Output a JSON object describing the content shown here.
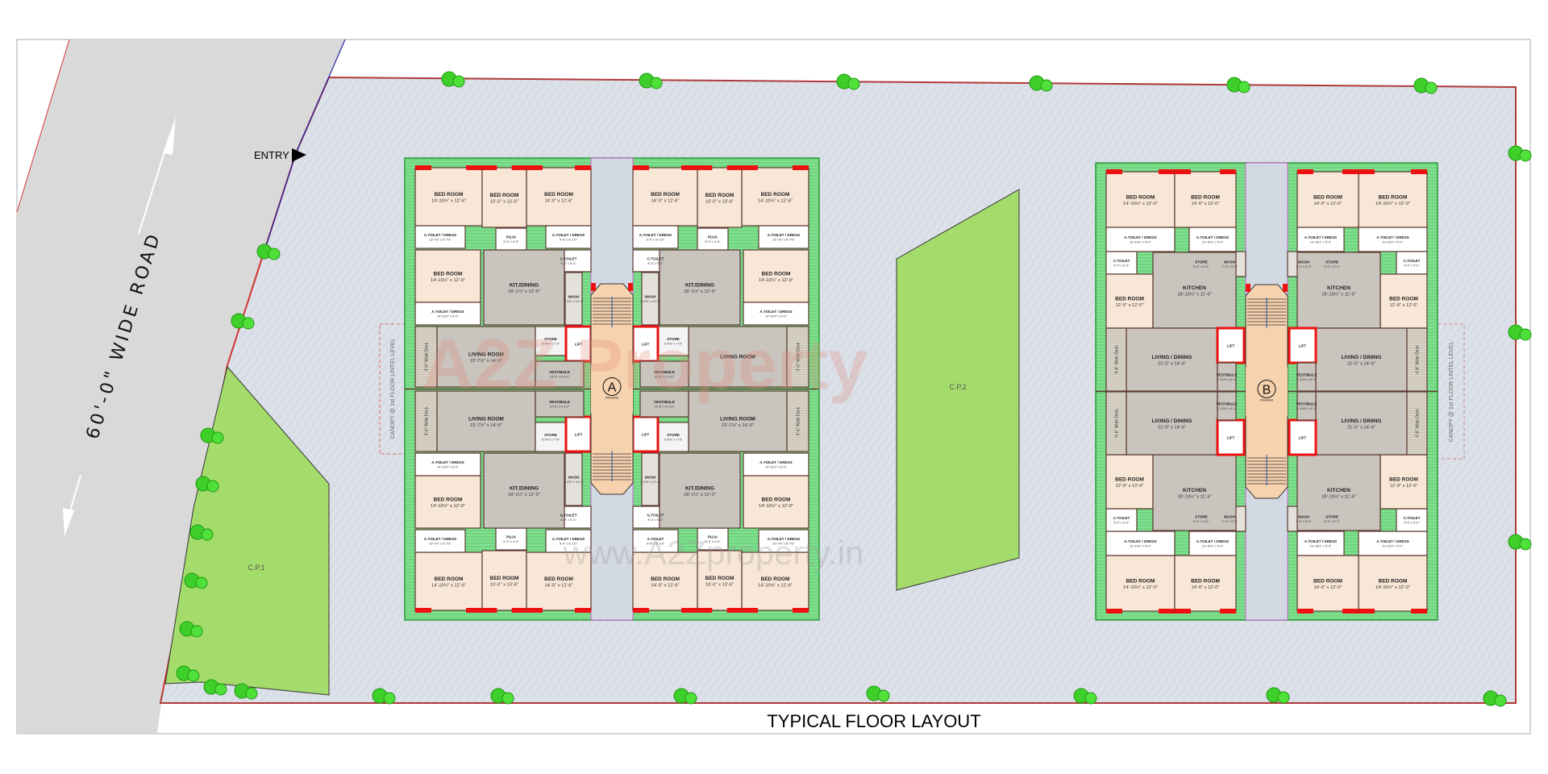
{
  "title": "TYPICAL FLOOR LAYOUT",
  "road": {
    "label": "60'-0\" WIDE ROAD"
  },
  "entry": {
    "label": "ENTRY"
  },
  "car_parks": [
    {
      "label": "C.P.1"
    },
    {
      "label": "C.P.2"
    }
  ],
  "canopy": [
    {
      "label": "CANOPY @ 1st FLOOR LINTEL LEVEL"
    },
    {
      "label": "CANOPY @ 1st FLOOR LINTEL LEVEL"
    }
  ],
  "watermark": [
    "A2Z Property",
    "www.A2Zproperty.in"
  ],
  "colors": {
    "road": "#d9d9d9",
    "site": "#d9dee6",
    "green_area": "#a4dc6c",
    "bedroom": "#f8e7d6",
    "common": "#c9c4bd",
    "stair": "#f7d2ae",
    "corridor": "#d3d9e2",
    "wall_accent": "#ee1111",
    "deck_margin": "#7fe08e",
    "boundary": "#b03a3a"
  },
  "blocks": [
    {
      "label": "A",
      "passage": "PASSAGE",
      "flats": [
        {
          "rooms": [
            {
              "name": "BED ROOM",
              "size": "14'-10½\" x 12'-6\""
            },
            {
              "name": "A.TOILET / DRESS",
              "size": "13'-7½\" x 5'-7½\""
            },
            {
              "name": "BED ROOM",
              "size": "10'-0\" x 13'-6\""
            },
            {
              "name": "PUJA",
              "size": "5'-9\" x 4'-6\""
            },
            {
              "name": "BED ROOM",
              "size": "14'-0\" x 12'-6\""
            },
            {
              "name": "A.TOILET / DRESS",
              "size": "9'-0\" x 6'-1½\""
            },
            {
              "name": "C.TOILET",
              "size": "8'-0\" x 5'-0\""
            },
            {
              "name": "BED ROOM",
              "size": "14'-10½\" x 12'-0\""
            },
            {
              "name": "A.TOILET / DRESS",
              "size": "14'-10½\" x 5'-0\""
            },
            {
              "name": "KIT./DINING",
              "size": "18'-1½\" x 12'-0\""
            },
            {
              "name": "WASH",
              "size": "4'-4½\" x 12'-0\""
            },
            {
              "name": "LIVING ROOM",
              "size": "22'-7½\" x 14'-0\""
            },
            {
              "name": "4'-6\" Wide Deck",
              "size": ""
            },
            {
              "name": "STORE",
              "size": "6'-0½\" x 7'-6\""
            },
            {
              "name": "LIFT",
              "size": ""
            },
            {
              "name": "VESTIBULE",
              "size": "10'-6\" x 6'-1½\""
            }
          ]
        },
        {
          "rooms": [
            {
              "name": "BED ROOM",
              "size": "14'-10½\" x 12'-6\""
            },
            {
              "name": "A.TOILET / DRESS",
              "size": "13'-7½\" x 5'-7½\""
            },
            {
              "name": "BED ROOM",
              "size": "10'-0\" x 13'-6\""
            },
            {
              "name": "PUJA",
              "size": "5'-9\" x 4'-6\""
            },
            {
              "name": "BED ROOM",
              "size": "14'-0\" x 12'-6\""
            },
            {
              "name": "A.TOILET / DRESS",
              "size": "9'-0\" x 6'-1½\""
            },
            {
              "name": "C.TOILET",
              "size": "8'-0\" x 5'-0\""
            },
            {
              "name": "BED ROOM",
              "size": "14'-10½\" x 12'-0\""
            },
            {
              "name": "A.TOILET / DRESS",
              "size": "14'-10½\" x 5'-0\""
            },
            {
              "name": "KIT./DINING",
              "size": "18'-1½\" x 12'-0\""
            },
            {
              "name": "WASH",
              "size": "4'-4½\" x 12'-0\""
            },
            {
              "name": "LIVING ROOM",
              "size": ""
            },
            {
              "name": "4'-6\" Wide Deck",
              "size": ""
            },
            {
              "name": "STORE",
              "size": "6'-0½\" x 7'-6\""
            },
            {
              "name": "LIFT",
              "size": ""
            },
            {
              "name": "VESTIBULE",
              "size": "10'-6\" x 6'-1½\""
            }
          ]
        },
        {
          "rooms": [
            {
              "name": "BED ROOM",
              "size": "14'-10½\" x 12'-6\""
            },
            {
              "name": "A.TOILET / DRESS",
              "size": "10'-7½\" x 5'-7½\""
            },
            {
              "name": "BED ROOM",
              "size": "10'-0\" x 13'-6\""
            },
            {
              "name": "PUJA",
              "size": "5'-9\" x 4'-6\""
            },
            {
              "name": "BED ROOM",
              "size": "14'-0\" x 12'-6\""
            },
            {
              "name": "A.TOILET / DRESS",
              "size": "9'-0\" x 6'-1½\""
            },
            {
              "name": "G.TOILET",
              "size": "8'-0\" x 5'-0\""
            },
            {
              "name": "BED ROOM",
              "size": "14'-10½\" x 12'-0\""
            },
            {
              "name": "A.TOILET / DRESS",
              "size": "14'-10½\" x 5'-0\""
            },
            {
              "name": "KIT./DINING",
              "size": "18'-1½\" x 12'-0\""
            },
            {
              "name": "WASH",
              "size": "4'-4½\" x 12'-0\""
            },
            {
              "name": "LIVING ROOM",
              "size": "22'-7½\" x 14'-0\""
            },
            {
              "name": "4'-6\" Wide Deck",
              "size": ""
            },
            {
              "name": "STORE",
              "size": "6'-0½\" x 7'-6\""
            },
            {
              "name": "LIFT",
              "size": ""
            },
            {
              "name": "VESTIBULE",
              "size": "10'-6\" x 6'-1½\""
            }
          ]
        },
        {
          "rooms": [
            {
              "name": "BED ROOM",
              "size": "14'-10½\" x 12'-6\""
            },
            {
              "name": "A.TOILET / DRESS",
              "size": "10'-7½\" x 5'-7½\""
            },
            {
              "name": "BED ROOM",
              "size": "10'-0\" x 13'-6\""
            },
            {
              "name": "PUJA",
              "size": "5'-9\" x 4'-6\""
            },
            {
              "name": "BED ROOM",
              "size": "14'-0\" x 12'-6\""
            },
            {
              "name": "A.TOILET",
              "size": "9'-0\" x 6'-1½\""
            },
            {
              "name": "G.TOILET",
              "size": "8'-0\" x 5'-0\""
            },
            {
              "name": "BED ROOM",
              "size": "14'-10½\" x 12'-0\""
            },
            {
              "name": "A.TOILET / DRESS",
              "size": "14'-10½\" x 5'-0\""
            },
            {
              "name": "KIT./DINING",
              "size": "18'-1½\" x 12'-0\""
            },
            {
              "name": "WASH",
              "size": "4'-4½\" x 12'-0\""
            },
            {
              "name": "LIVING ROOM",
              "size": "22'-7½\" x 14'-0\""
            },
            {
              "name": "4'-6\" Wide Deck",
              "size": ""
            },
            {
              "name": "STORE",
              "size": "6'-0½\" x 7'-6\""
            },
            {
              "name": "LIFT",
              "size": ""
            },
            {
              "name": "VESTIBULE",
              "size": "10'-6\" x 6'-1½\""
            }
          ]
        }
      ]
    },
    {
      "label": "B",
      "passage": "PASSAGE",
      "flats": [
        {
          "rooms": [
            {
              "name": "BED ROOM",
              "size": "14'-10½\" x 12'-0\""
            },
            {
              "name": "A.TOILET / DRESS",
              "size": "10'-10½\" x 5'-0\""
            },
            {
              "name": "BED ROOM",
              "size": "14'-0\" x 12'-0\""
            },
            {
              "name": "A.TOILET / DRESS",
              "size": "10'-10½\" x 5'-0\""
            },
            {
              "name": "C.TOILET",
              "size": "5'-0\" x 5'-0\""
            },
            {
              "name": "STORE",
              "size": "5'-0\" x 5'-0\""
            },
            {
              "name": "WASH",
              "size": "7'-3\" x 5'-0\""
            },
            {
              "name": "BED ROOM",
              "size": "12'-0\" x 12'-0\""
            },
            {
              "name": "KITCHEN",
              "size": "18'-10½\" x 11'-6\""
            },
            {
              "name": "LIVING / DINING",
              "size": "21'-0\" x 14'-6\""
            },
            {
              "name": "4'-6\" Wide Deck",
              "size": ""
            },
            {
              "name": "LIFT",
              "size": ""
            },
            {
              "name": "VESTIBULE",
              "size": "5'-10½\" x 6'-3\""
            }
          ]
        },
        {
          "rooms": [
            {
              "name": "BED ROOM",
              "size": "14'-10½\" x 12'-0\""
            },
            {
              "name": "A.TOILET / DRESS",
              "size": "10'-10½\" x 5'-0\""
            },
            {
              "name": "BED ROOM",
              "size": "14'-0\" x 12'-0\""
            },
            {
              "name": "A.TOILET / DRESS",
              "size": "10'-10½\" x 5'-0\""
            },
            {
              "name": "C.TOILET",
              "size": "5'-0\" x 5'-0\""
            },
            {
              "name": "STORE",
              "size": "5'-0\" x 5'-0\""
            },
            {
              "name": "WASH",
              "size": "7'-3\" x 5'-0\""
            },
            {
              "name": "BED ROOM",
              "size": "12'-0\" x 12'-0\""
            },
            {
              "name": "KITCHEN",
              "size": "18'-10½\" x 11'-6\""
            },
            {
              "name": "LIVING / DINING",
              "size": "21'-0\" x 14'-6\""
            },
            {
              "name": "4'-6\" Wide Deck",
              "size": ""
            },
            {
              "name": "LIFT",
              "size": ""
            },
            {
              "name": "VESTIBULE",
              "size": "5'-10½\" x 6'-3\""
            }
          ]
        },
        {
          "rooms": [
            {
              "name": "BED ROOM",
              "size": "14'-10½\" x 12'-0\""
            },
            {
              "name": "A.TOILET / DRESS",
              "size": "10'-10½\" x 5'-0\""
            },
            {
              "name": "BED ROOM",
              "size": "14'-0\" x 12'-0\""
            },
            {
              "name": "A.TOILET / DRESS",
              "size": "10'-10½\" x 5'-0\""
            },
            {
              "name": "C.TOILET",
              "size": "5'-0\" x 5'-0\""
            },
            {
              "name": "STORE",
              "size": "5'-0\" x 5'-0\""
            },
            {
              "name": "WASH",
              "size": "7'-3\" x 5'-0\""
            },
            {
              "name": "BED ROOM",
              "size": "12'-0\" x 12'-0\""
            },
            {
              "name": "KITCHEN",
              "size": "18'-10½\" x 11'-6\""
            },
            {
              "name": "LIVING / DINING",
              "size": "21'-0\" x 14'-6\""
            },
            {
              "name": "4'-6\" Wide Deck",
              "size": ""
            },
            {
              "name": "LIFT",
              "size": ""
            },
            {
              "name": "VESTIBULE",
              "size": "5'-10½\" x 6'-3\""
            }
          ]
        },
        {
          "rooms": [
            {
              "name": "BED ROOM",
              "size": "14'-10½\" x 12'-0\""
            },
            {
              "name": "A.TOILET / DRESS",
              "size": "10'-10½\" x 5'-0\""
            },
            {
              "name": "BED ROOM",
              "size": "14'-0\" x 12'-0\""
            },
            {
              "name": "A.TOILET / DRESS",
              "size": "10'-10½\" x 5'-0\""
            },
            {
              "name": "C.TOILET",
              "size": "5'-0\" x 5'-0\""
            },
            {
              "name": "STORE",
              "size": "5'-0\" x 5'-0\""
            },
            {
              "name": "WASH",
              "size": "7'-3\" x 5'-0\""
            },
            {
              "name": "BED ROOM",
              "size": "12'-0\" x 12'-0\""
            },
            {
              "name": "KITCHEN",
              "size": "18'-10½\" x 11'-6\""
            },
            {
              "name": "LIVING / DINING",
              "size": "21'-0\" x 14'-6\""
            },
            {
              "name": "4'-6\" Wide Deck",
              "size": ""
            },
            {
              "name": "LIFT",
              "size": ""
            },
            {
              "name": "VESTIBULE",
              "size": "5'-10½\" x 6'-3\""
            }
          ]
        }
      ]
    }
  ]
}
